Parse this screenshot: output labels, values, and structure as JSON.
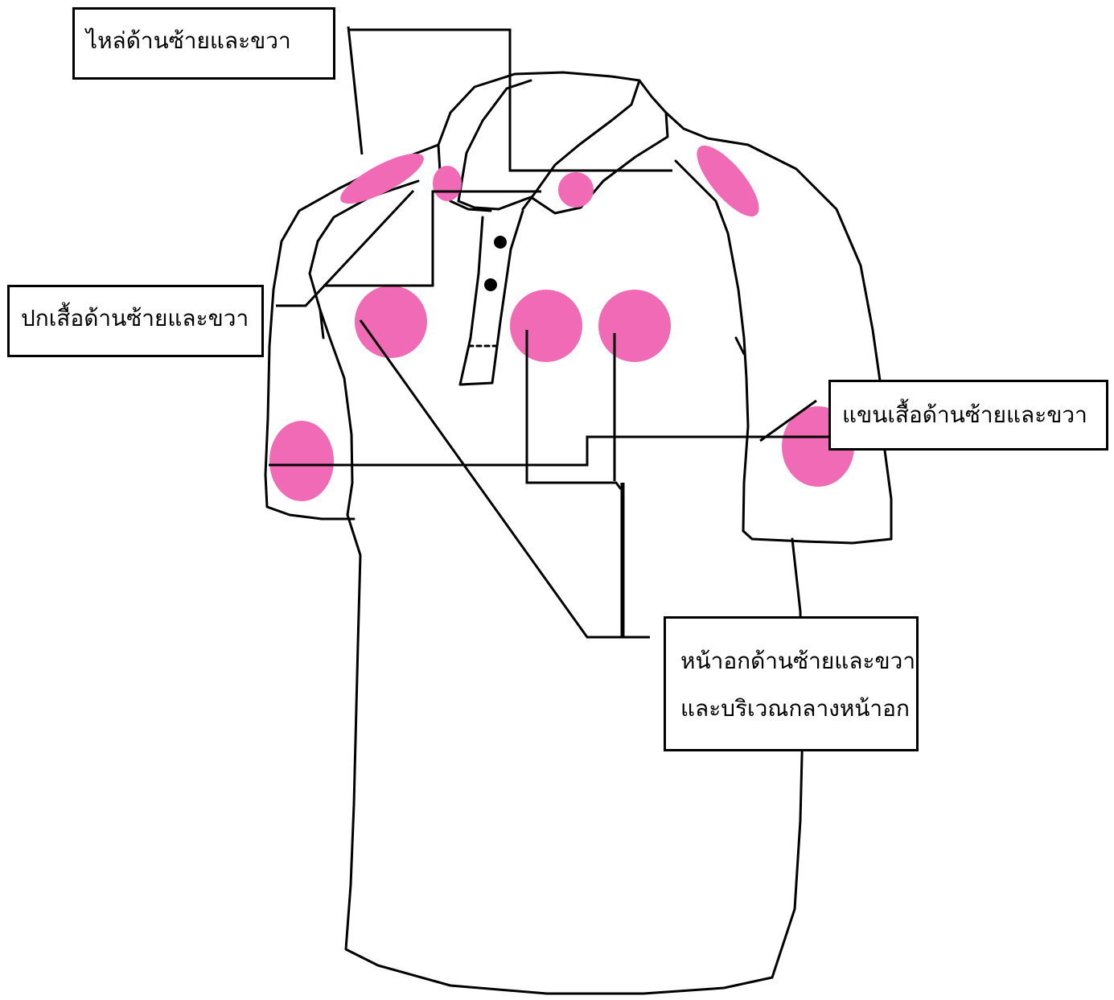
{
  "colors": {
    "spot": "#f06ab5",
    "outline": "#000000",
    "background": "#ffffff"
  },
  "labels": {
    "shoulder": "ไหล่ด้านซ้ายและขวา",
    "collar": "ปกเสื้อด้านซ้ายและขวา",
    "sleeve": "แขนเสื้อด้านซ้ายและขวา",
    "chest_line1": "หน้าอกด้านซ้ายและขวา",
    "chest_line2": "และบริเวณกลางหน้าอก"
  }
}
